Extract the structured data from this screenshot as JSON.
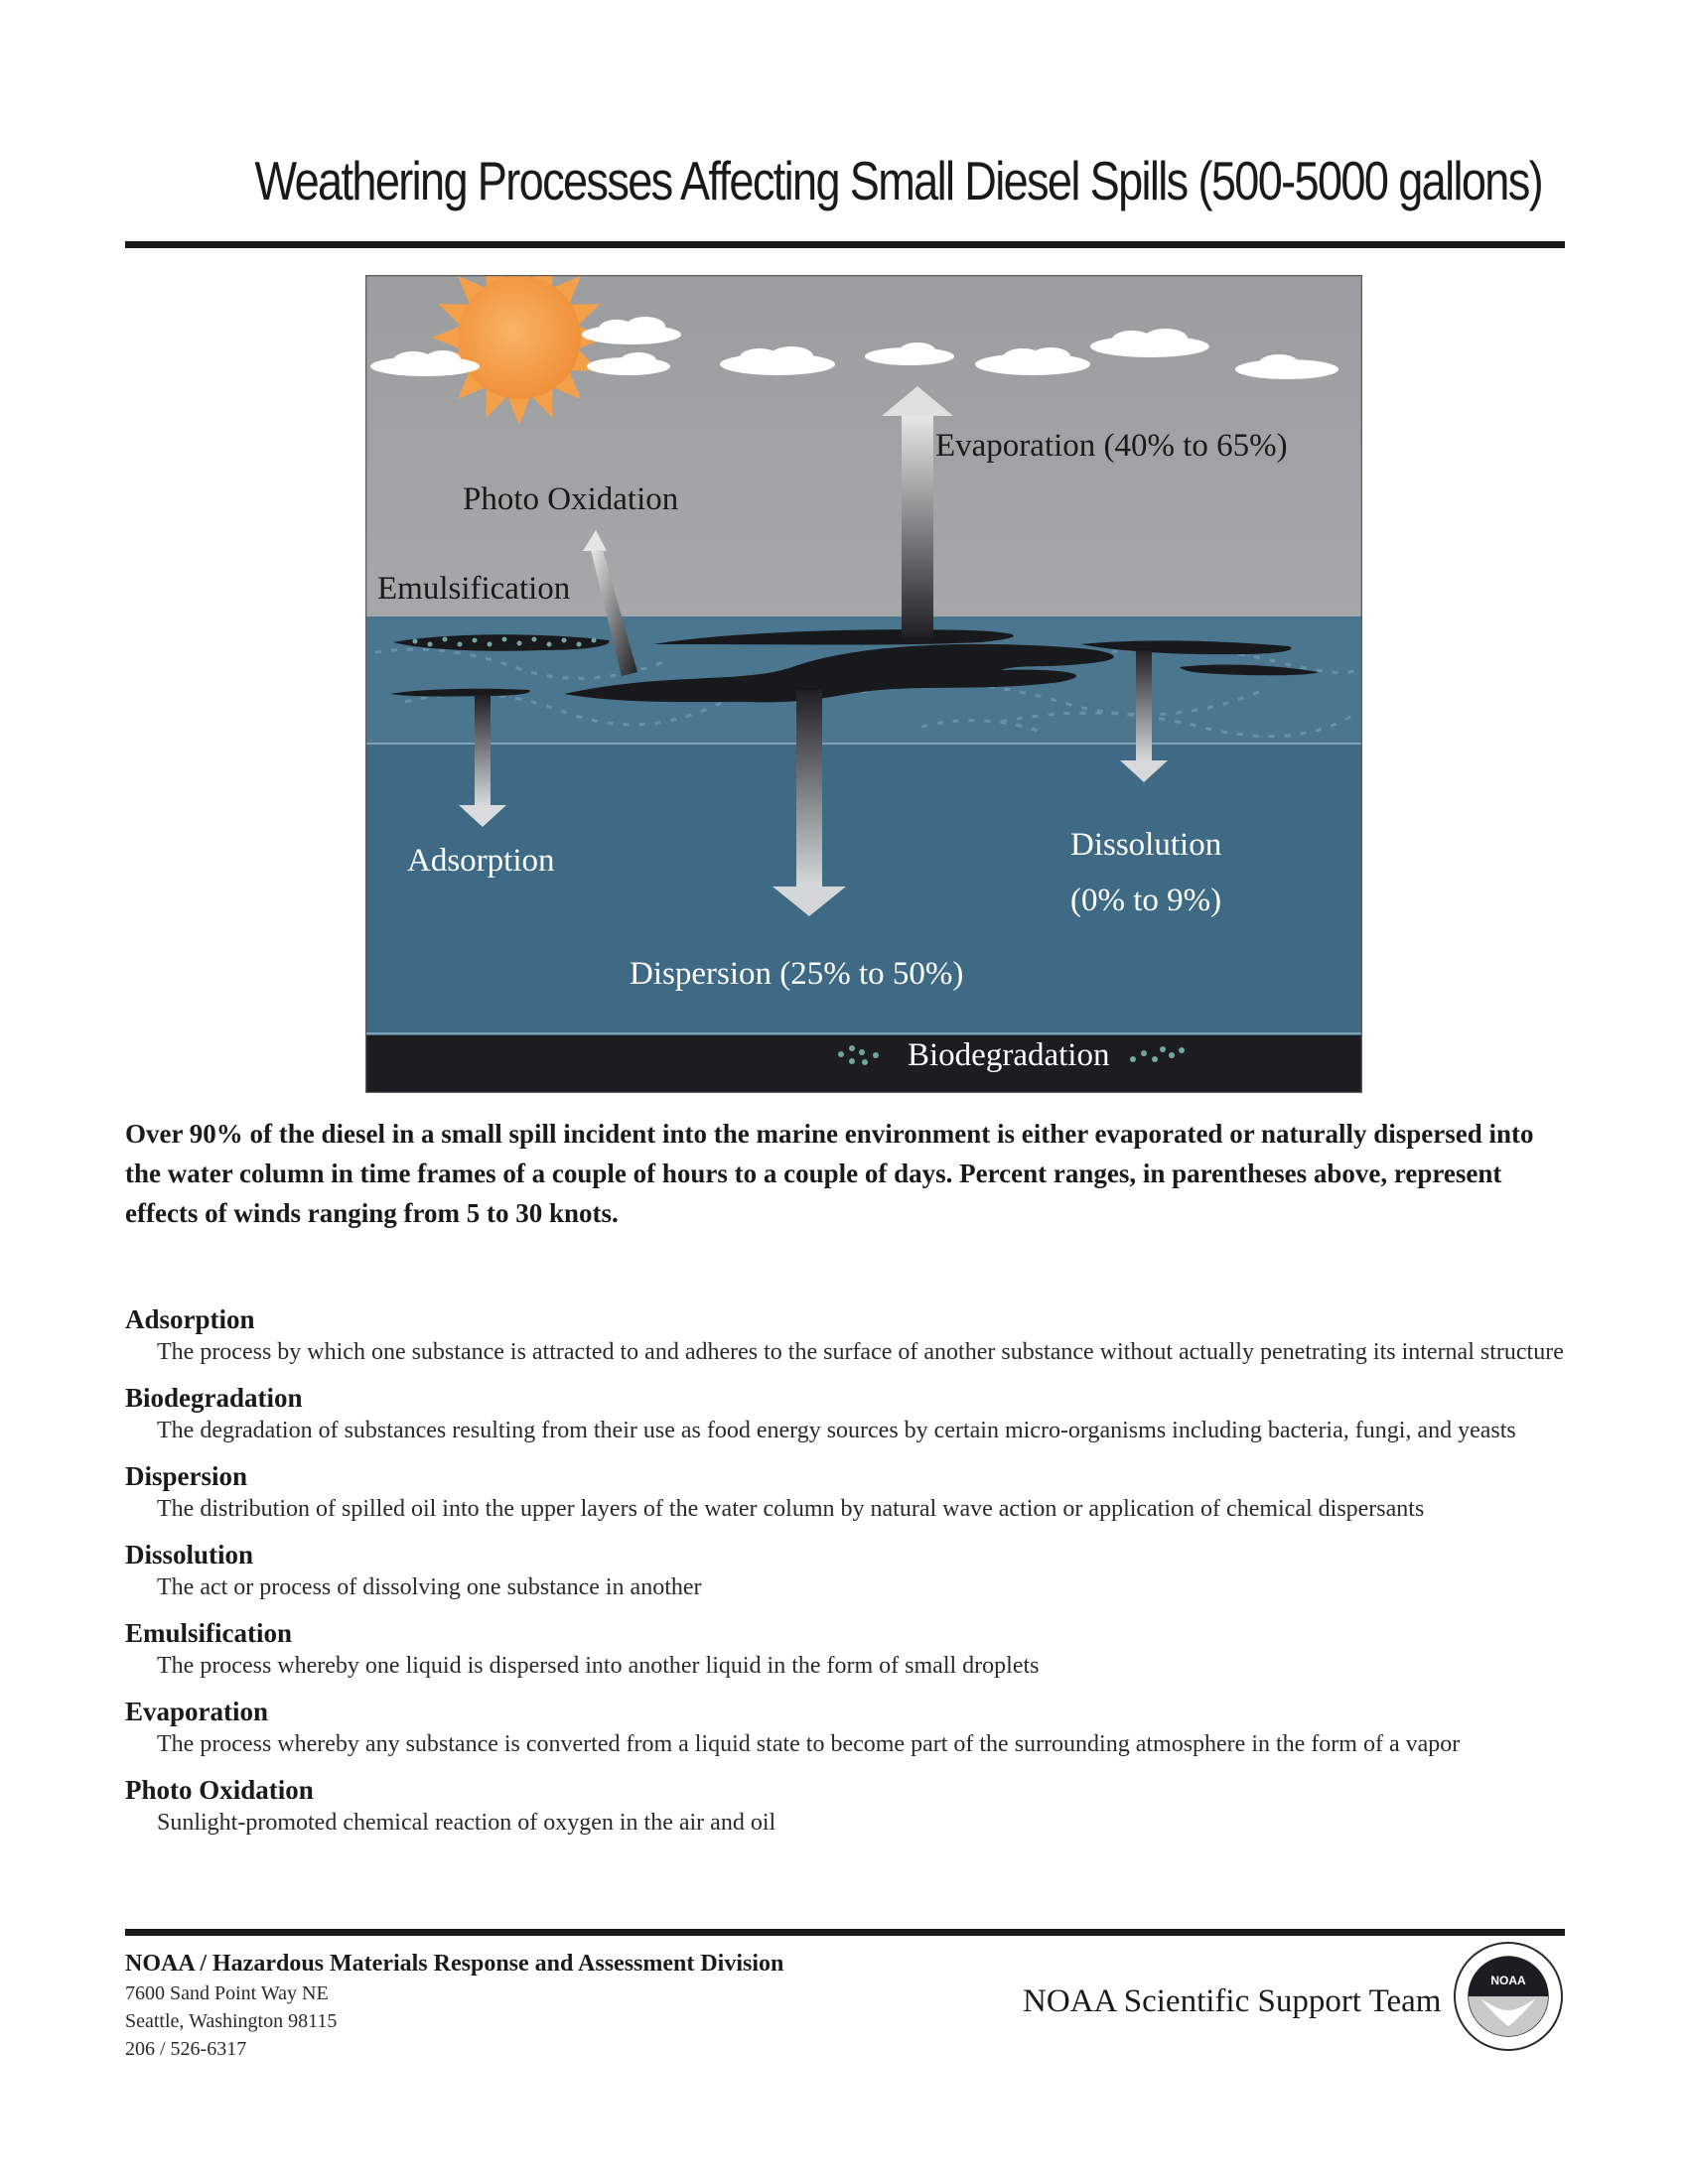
{
  "title": "Weathering Processes Affecting Small Diesel Spills (500-5000 gallons)",
  "diagram": {
    "labels": {
      "evaporation": "Evaporation (40% to 65%)",
      "photo_oxidation": "Photo Oxidation",
      "emulsification": "Emulsification",
      "adsorption": "Adsorption",
      "dissolution_name": "Dissolution",
      "dissolution_range": "(0% to 9%)",
      "dispersion": "Dispersion (25% to 50%)",
      "biodegradation": "Biodegradation"
    },
    "colors": {
      "sky": "#a9abad",
      "water_surface": "#4a7690",
      "water_deep": "#3e6a85",
      "seabed": "#1d1c21",
      "oil": "#18191d",
      "sun": "#f4a04a"
    }
  },
  "summary": "Over 90% of the diesel in a small spill incident into the marine environment is either evaporated or naturally dispersed into the water column in time frames of a couple of hours to a couple of days. Percent ranges, in parentheses above, represent effects of winds ranging from 5 to 30 knots.",
  "glossary": [
    {
      "term": "Adsorption",
      "definition": "The process by which one substance is attracted to and adheres to the surface of another substance without actually penetrating its internal structure"
    },
    {
      "term": "Biodegradation",
      "definition": "The degradation of substances resulting from their use as food energy sources by certain micro-organisms including bacteria, fungi, and yeasts"
    },
    {
      "term": "Dispersion",
      "definition": "The distribution of spilled oil into the upper layers of the water column by natural wave action or application of chemical dispersants"
    },
    {
      "term": "Dissolution",
      "definition": "The act or process of dissolving one substance in another"
    },
    {
      "term": "Emulsification",
      "definition": "The process whereby one liquid is dispersed into another liquid in the form of small droplets"
    },
    {
      "term": "Evaporation",
      "definition": "The process whereby any substance is converted from a liquid state to become part of the surrounding atmosphere in the form of a vapor"
    },
    {
      "term": "Photo Oxidation",
      "definition": "Sunlight-promoted chemical reaction of oxygen in the air and oil"
    }
  ],
  "footer": {
    "org": "NOAA / Hazardous Materials Response and Assessment Division",
    "address1": "7600 Sand Point Way NE",
    "address2": "Seattle, Washington  98115",
    "phone": "206 / 526-6317",
    "team": "NOAA Scientific Support Team",
    "logo_text": "NOAA"
  }
}
